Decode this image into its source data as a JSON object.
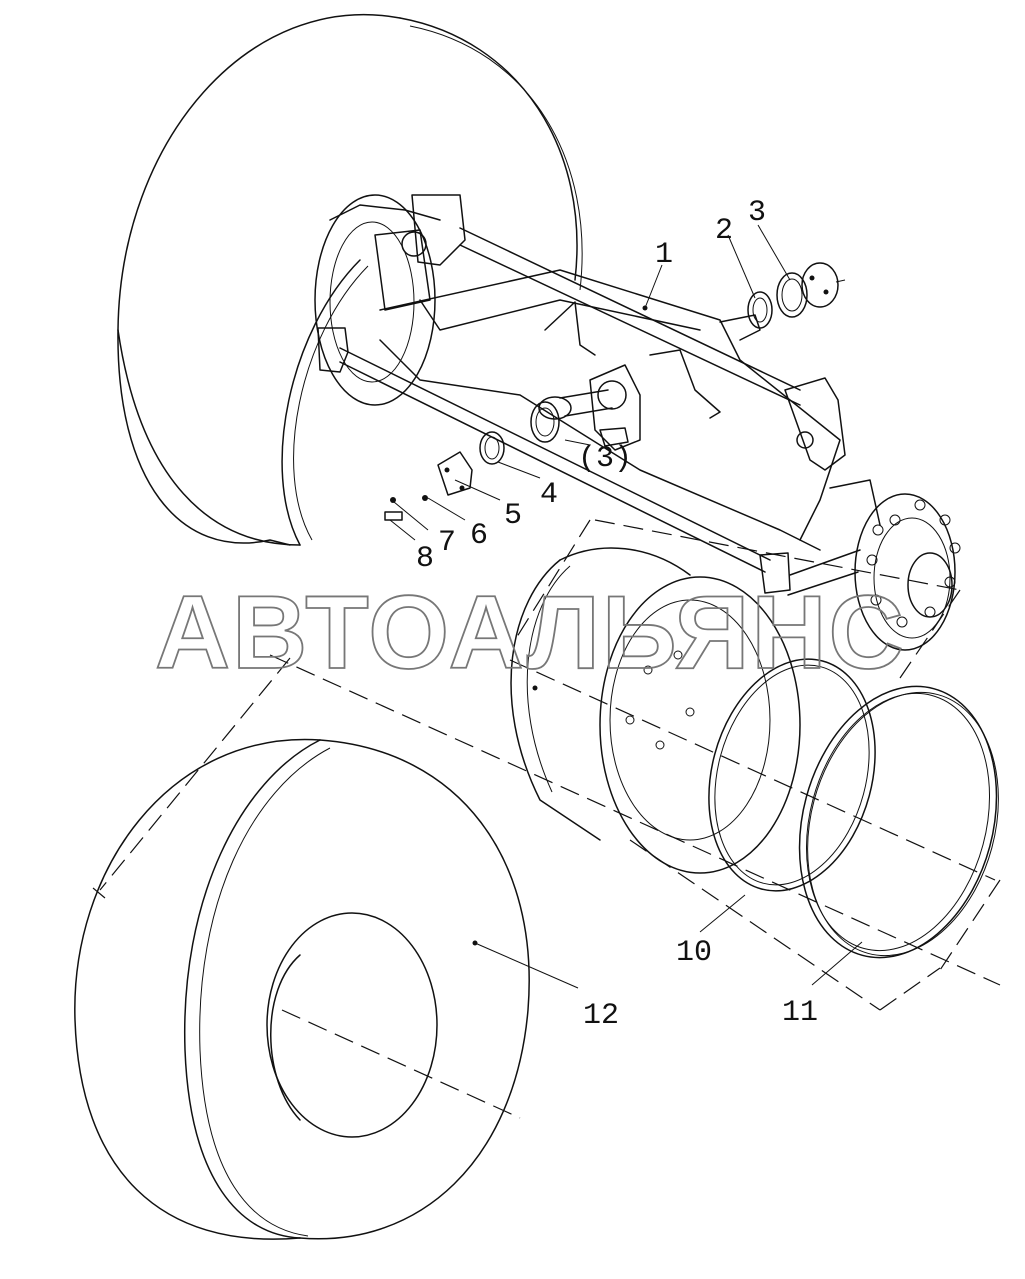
{
  "watermark": "АВТОАЛЬЯНС",
  "callouts": [
    {
      "id": "1",
      "text": "1"
    },
    {
      "id": "2",
      "text": "2"
    },
    {
      "id": "3",
      "text": "3"
    },
    {
      "id": "3b",
      "text": "(3)"
    },
    {
      "id": "4",
      "text": "4"
    },
    {
      "id": "5",
      "text": "5"
    },
    {
      "id": "6",
      "text": "6"
    },
    {
      "id": "7",
      "text": "7"
    },
    {
      "id": "8",
      "text": "8"
    },
    {
      "id": "10",
      "text": "10"
    },
    {
      "id": "11",
      "text": "11"
    },
    {
      "id": "12",
      "text": "12"
    }
  ]
}
